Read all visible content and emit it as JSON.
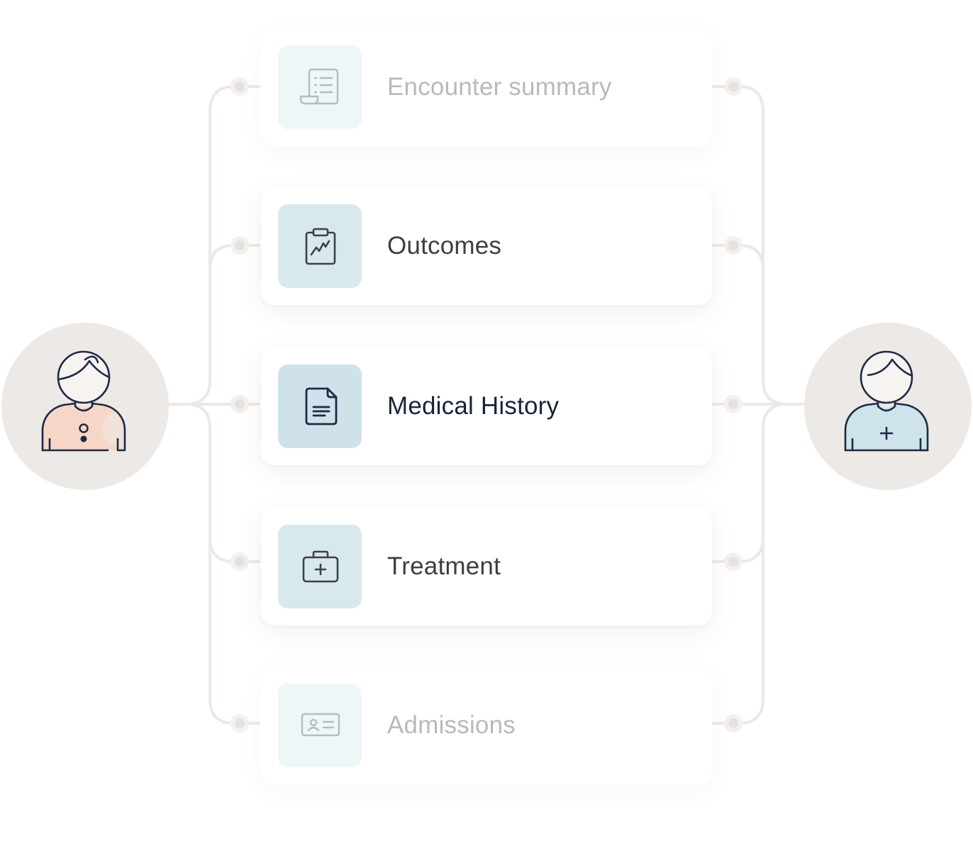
{
  "left_user": {
    "icon": "patient-icon",
    "shirt_color": "#f6d7c7"
  },
  "right_user": {
    "icon": "nurse-icon",
    "shirt_color": "#cfe3ea"
  },
  "colors": {
    "avatar_bg": "#ede9e6",
    "connector": "#ece8e5",
    "tile_normal": "#d8e9ee",
    "tile_faded": "#eff6f8",
    "text_normal": "#3e3f44",
    "text_faded": "#b9b9bb",
    "text_active": "#18233d",
    "icon_dark": "#1e2a45"
  },
  "cards": [
    {
      "label": "Encounter summary",
      "icon": "receipt-icon",
      "state": "faded"
    },
    {
      "label": "Outcomes",
      "icon": "clipboard-chart-icon",
      "state": "normal"
    },
    {
      "label": "Medical History",
      "icon": "document-icon",
      "state": "active"
    },
    {
      "label": "Treatment",
      "icon": "medical-kit-icon",
      "state": "normal"
    },
    {
      "label": "Admissions",
      "icon": "id-card-icon",
      "state": "faded"
    }
  ]
}
